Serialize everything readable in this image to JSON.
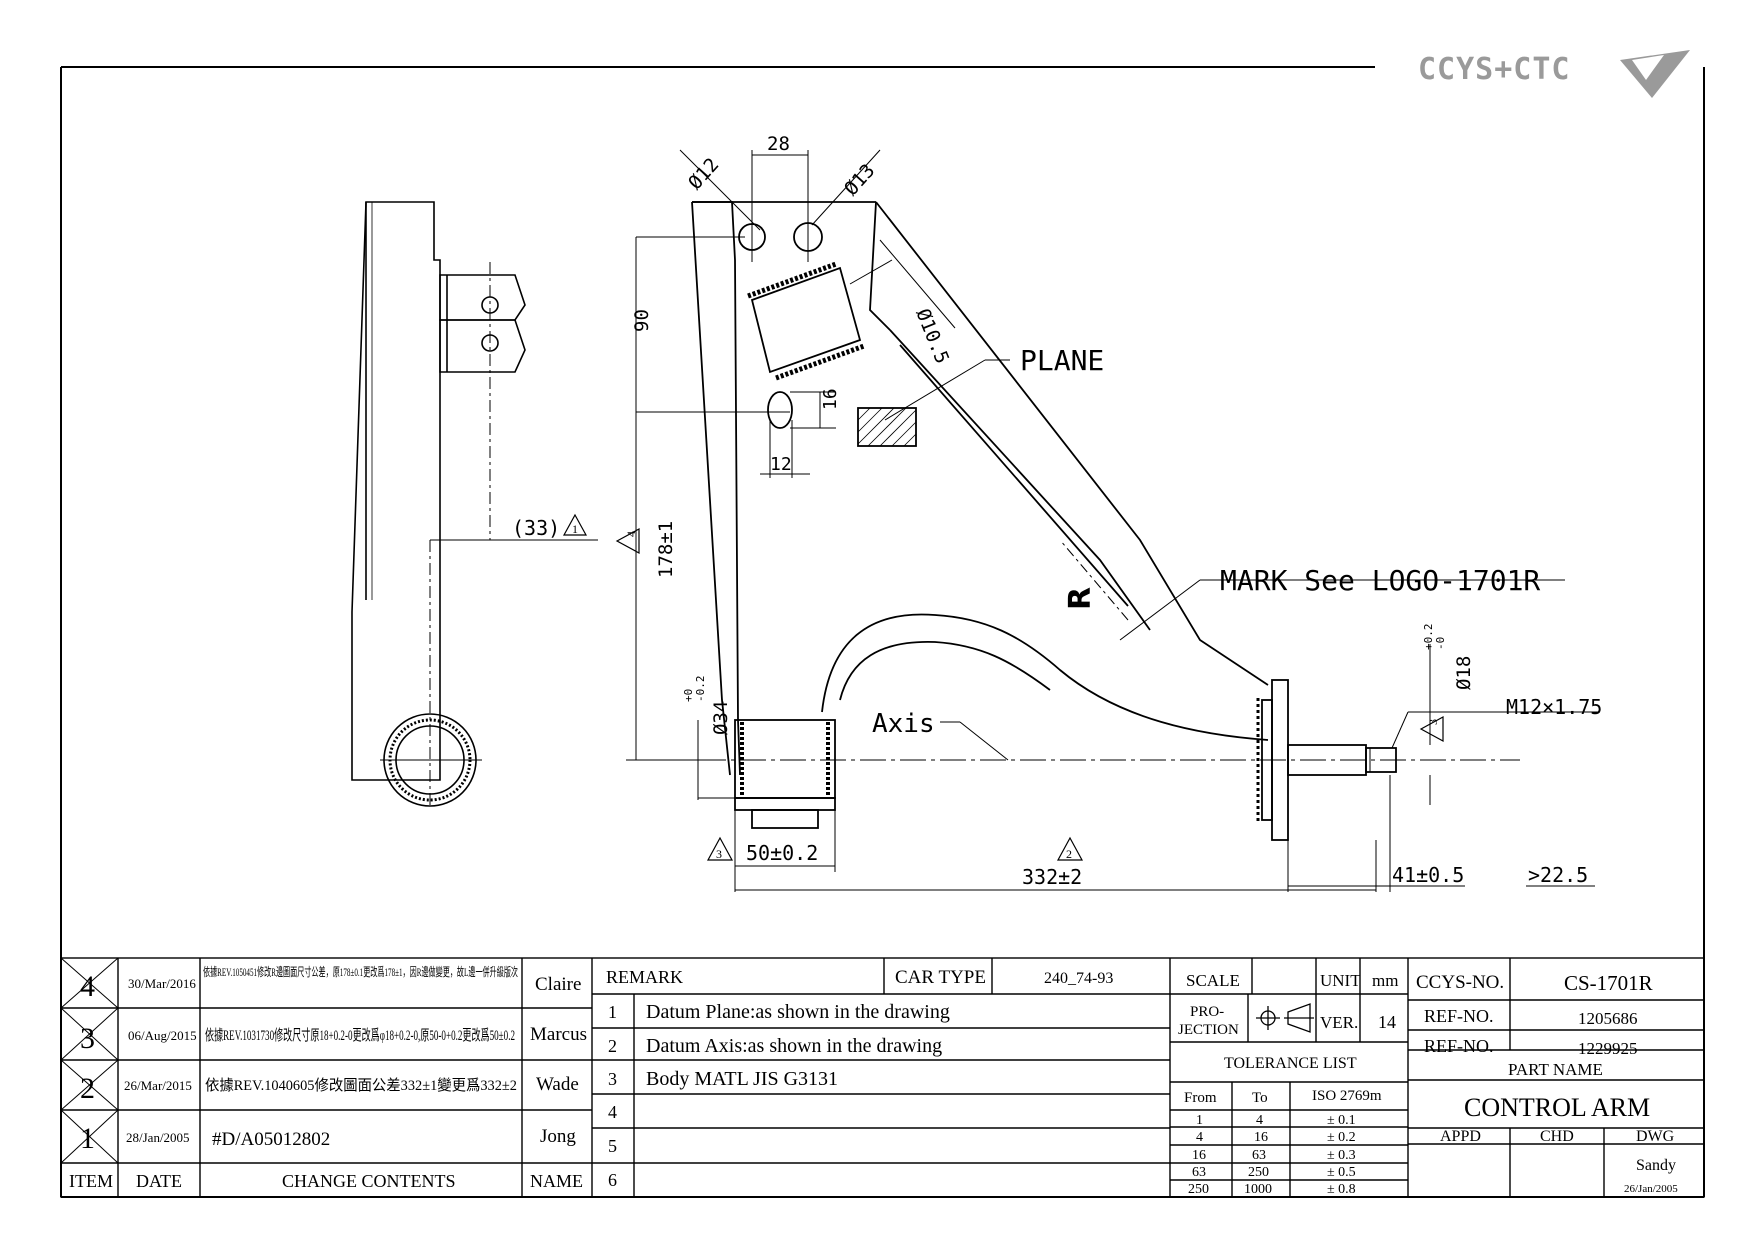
{
  "logo": {
    "text": "CCYS+CTC"
  },
  "drawing": {
    "dims": {
      "d_hole_left": "Ø12",
      "pitch": "28",
      "d_hole_right": "Ø13",
      "height_90": "90",
      "d_bush": "Ø10.5",
      "plane": "PLANE",
      "slot_h": "16",
      "slot_w": "12",
      "side_33": "(33)",
      "h_178": "178±1",
      "mark": "MARK See LOGO-1701R",
      "r_letter": "R",
      "d_18": "Ø18",
      "d_18_tol_up": "+0.2",
      "d_18_tol_dn": "-0",
      "m12": "M12×1.75",
      "axis": "Axis",
      "d_34": "Ø34",
      "d_34_tol_up": "+0",
      "d_34_tol_dn": "-0.2",
      "w_50": "50±0.2",
      "l_332": "332±2",
      "l_41": "41±0.5",
      "l_22": ">22.5",
      "rev_marks": {
        "side_33": "1",
        "h_178": "4",
        "w_50": "3",
        "l_332": "2",
        "d_18": "3"
      }
    }
  },
  "revisions": {
    "rows": [
      {
        "item": "4",
        "date": "30/Mar/2016",
        "content": "依據REV.1050451修改R邊圖面尺寸公差，原178±0.1更改爲178±1，因R邊做變更，故L邊一併升級版次",
        "name": "Claire"
      },
      {
        "item": "3",
        "date": "06/Aug/2015",
        "content": "依據REV.1031730修改尺寸原18+0.2-0更改爲φ18+0.2-0,原50-0+0.2更改爲50±0.2",
        "name": "Marcus"
      },
      {
        "item": "2",
        "date": "26/Mar/2015",
        "content": "依據REV.1040605修改圖面公差332±1變更爲332±2",
        "name": "Wade"
      },
      {
        "item": "1",
        "date": "28/Jan/2005",
        "content": "#D/A05012802",
        "name": "Jong"
      }
    ],
    "headers": {
      "item": "ITEM",
      "date": "DATE",
      "content": "CHANGE CONTENTS",
      "name": "NAME"
    }
  },
  "remark": {
    "label": "REMARK",
    "car_type_label": "CAR TYPE",
    "car_type_value": "240_74-93",
    "rows": [
      {
        "no": "1",
        "text": "Datum Plane:as shown in the drawing"
      },
      {
        "no": "2",
        "text": "Datum Axis:as shown in the drawing"
      },
      {
        "no": "3",
        "text": "Body MATL JIS G3131"
      },
      {
        "no": "4",
        "text": ""
      },
      {
        "no": "5",
        "text": ""
      },
      {
        "no": "6",
        "text": ""
      }
    ]
  },
  "spec": {
    "scale_label": "SCALE",
    "scale_value": "",
    "unit_label": "UNIT",
    "unit_value": "mm",
    "projection_label_1": "PRO-",
    "projection_label_2": "JECTION",
    "ver_label": "VER.",
    "ver_value": "14",
    "tolerance_title": "TOLERANCE LIST",
    "tol_headers": {
      "from": "From",
      "to": "To",
      "iso": "ISO 2769m"
    },
    "tol_rows": [
      {
        "from": "1",
        "to": "4",
        "tol": "± 0.1"
      },
      {
        "from": "4",
        "to": "16",
        "tol": "± 0.2"
      },
      {
        "from": "16",
        "to": "63",
        "tol": "± 0.3"
      },
      {
        "from": "63",
        "to": "250",
        "tol": "± 0.5"
      },
      {
        "from": "250",
        "to": "1000",
        "tol": "± 0.8"
      }
    ]
  },
  "title_block": {
    "ccys_label": "CCYS-NO.",
    "ccys_value": "CS-1701R",
    "ref1_label": "REF-NO.",
    "ref1_value": "1205686",
    "ref2_label": "REF-NO.",
    "ref2_value": "1229925",
    "part_name_label": "PART NAME",
    "part_name": "CONTROL ARM",
    "appd": "APPD",
    "chd": "CHD",
    "dwg": "DWG",
    "drawn_by": "Sandy",
    "drawn_date": "26/Jan/2005"
  }
}
